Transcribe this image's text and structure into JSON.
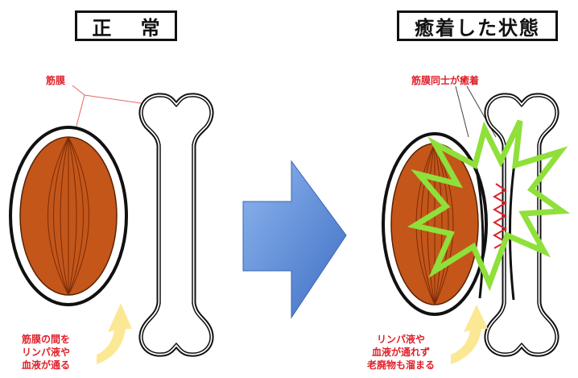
{
  "panels": {
    "left": {
      "title": "正 常",
      "fascia_label": "筋膜",
      "caption_lines": [
        "筋膜の間を",
        "リンパ液や",
        "血液が通る"
      ]
    },
    "right": {
      "title": "癒着した状態",
      "fascia_label": "筋膜同士が癒着",
      "caption_lines": [
        "リンパ液や",
        "血液が通れず",
        "老廃物も溜まる"
      ]
    }
  },
  "colors": {
    "muscle": "#c4561a",
    "muscle_lines": "#7a2c08",
    "label_red": "#e0202a",
    "arrow_blue": "#4a84d8",
    "starburst_green": "#8fe03a",
    "yellow_arrow": "#fbe58a"
  }
}
